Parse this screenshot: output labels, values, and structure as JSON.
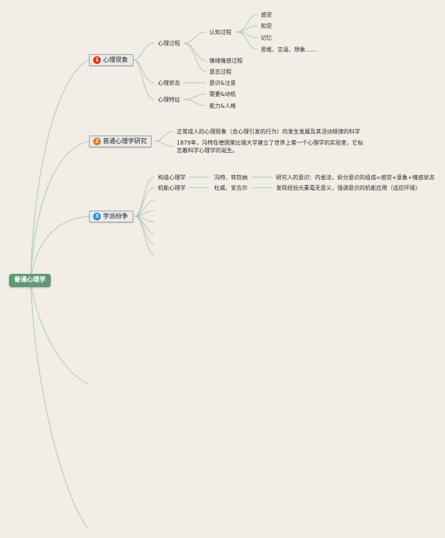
{
  "root": {
    "label": "普通心理学"
  },
  "branches": [
    {
      "number": "1",
      "label": "心理现象",
      "color": "#d9341f"
    },
    {
      "number": "2",
      "label": "普通心理学研究",
      "color": "#e07b22"
    },
    {
      "number": "3",
      "label": "学派纷争",
      "color": "#2e8fd8"
    }
  ],
  "phenomena": {
    "process": {
      "label": "心理过程",
      "cognitive": {
        "label": "认知过程",
        "items": [
          "感觉",
          "知觉",
          "记忆",
          "思维、言语、想象……"
        ]
      },
      "emotion": "情绪情感过程",
      "will": "意志过程"
    },
    "state": {
      "label": "心理状态",
      "item": "意识&注意"
    },
    "trait": {
      "label": "心理特征",
      "items": [
        "需要&动机",
        "能力&人格"
      ]
    }
  },
  "research": {
    "definition": "正常成人的心理现象（含心理引发的行为）的发生发展及其活动规律的科学",
    "history": "1879年，冯特在德国莱比锡大学建立了世界上第一个心理学的实验室，它标志着科学心理学的诞生。"
  },
  "schools": [
    {
      "name": "构造心理学",
      "people": "冯特、铁钦纳",
      "note": "研究人的意识：内省法，拆分意识的组成=感觉+意象+情感状态"
    },
    {
      "name": "机能心理学",
      "people": "杜威、安吉尔",
      "note": "发现经验元素毫无意义，强调意识的机能应用（适应环境）"
    }
  ],
  "colors": {
    "line": "#a9c9b4",
    "root": "#5f9a74",
    "background": "#f2ede5"
  }
}
